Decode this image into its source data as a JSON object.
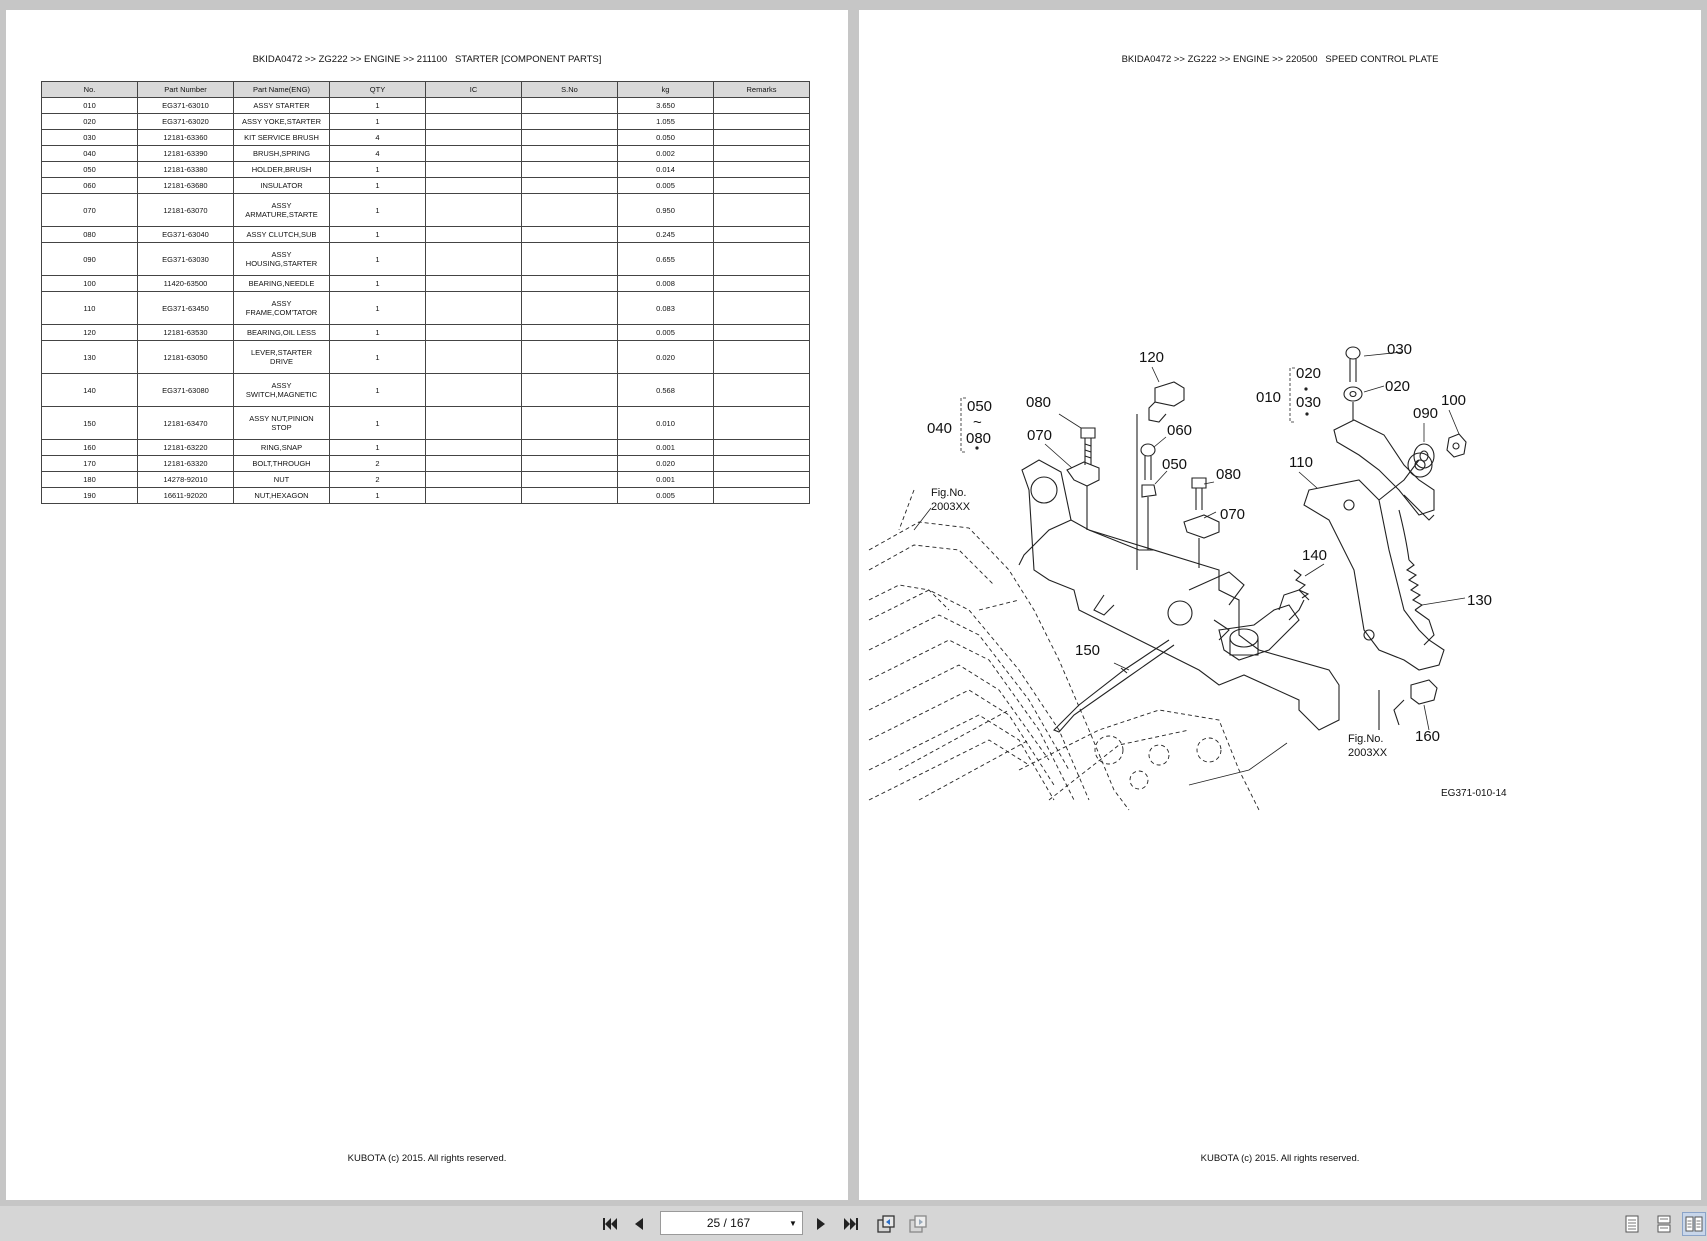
{
  "left_page": {
    "header": "BKIDA0472 >> ZG222 >> ENGINE >> 211100   STARTER [COMPONENT PARTS]",
    "footer": "KUBOTA (c) 2015. All rights reserved.",
    "table": {
      "columns": [
        "No.",
        "Part Number",
        "Part Name(ENG)",
        "QTY",
        "IC",
        "S.No",
        "kg",
        "Remarks"
      ],
      "rows": [
        {
          "no": "010",
          "part_number": "EG371-63010",
          "name": "ASSY STARTER",
          "name2": "",
          "qty": "1",
          "ic": "",
          "sno": "",
          "kg": "3.650",
          "remarks": ""
        },
        {
          "no": "020",
          "part_number": "EG371-63020",
          "name": "ASSY YOKE,STARTER",
          "name2": "",
          "qty": "1",
          "ic": "",
          "sno": "",
          "kg": "1.055",
          "remarks": ""
        },
        {
          "no": "030",
          "part_number": "12181-63360",
          "name": "KIT SERVICE BRUSH",
          "name2": "",
          "qty": "4",
          "ic": "",
          "sno": "",
          "kg": "0.050",
          "remarks": ""
        },
        {
          "no": "040",
          "part_number": "12181-63390",
          "name": "BRUSH,SPRING",
          "name2": "",
          "qty": "4",
          "ic": "",
          "sno": "",
          "kg": "0.002",
          "remarks": ""
        },
        {
          "no": "050",
          "part_number": "12181-63380",
          "name": "HOLDER,BRUSH",
          "name2": "",
          "qty": "1",
          "ic": "",
          "sno": "",
          "kg": "0.014",
          "remarks": ""
        },
        {
          "no": "060",
          "part_number": "12181-63680",
          "name": "INSULATOR",
          "name2": "",
          "qty": "1",
          "ic": "",
          "sno": "",
          "kg": "0.005",
          "remarks": ""
        },
        {
          "no": "070",
          "part_number": "12181-63070",
          "name": "ASSY",
          "name2": "ARMATURE,STARTE",
          "qty": "1",
          "ic": "",
          "sno": "",
          "kg": "0.950",
          "remarks": ""
        },
        {
          "no": "080",
          "part_number": "EG371-63040",
          "name": "ASSY CLUTCH,SUB",
          "name2": "",
          "qty": "1",
          "ic": "",
          "sno": "",
          "kg": "0.245",
          "remarks": ""
        },
        {
          "no": "090",
          "part_number": "EG371-63030",
          "name": "ASSY",
          "name2": "HOUSING,STARTER",
          "qty": "1",
          "ic": "",
          "sno": "",
          "kg": "0.655",
          "remarks": ""
        },
        {
          "no": "100",
          "part_number": "11420-63500",
          "name": "BEARING,NEEDLE",
          "name2": "",
          "qty": "1",
          "ic": "",
          "sno": "",
          "kg": "0.008",
          "remarks": ""
        },
        {
          "no": "110",
          "part_number": "EG371-63450",
          "name": "ASSY",
          "name2": "FRAME,COM'TATOR",
          "qty": "1",
          "ic": "",
          "sno": "",
          "kg": "0.083",
          "remarks": ""
        },
        {
          "no": "120",
          "part_number": "12181-63530",
          "name": "BEARING,OIL LESS",
          "name2": "",
          "qty": "1",
          "ic": "",
          "sno": "",
          "kg": "0.005",
          "remarks": ""
        },
        {
          "no": "130",
          "part_number": "12181-63050",
          "name": "LEVER,STARTER",
          "name2": "DRIVE",
          "qty": "1",
          "ic": "",
          "sno": "",
          "kg": "0.020",
          "remarks": ""
        },
        {
          "no": "140",
          "part_number": "EG371-63080",
          "name": "ASSY",
          "name2": "SWITCH,MAGNETIC",
          "qty": "1",
          "ic": "",
          "sno": "",
          "kg": "0.568",
          "remarks": ""
        },
        {
          "no": "150",
          "part_number": "12181-63470",
          "name": "ASSY NUT,PINION",
          "name2": "STOP",
          "qty": "1",
          "ic": "",
          "sno": "",
          "kg": "0.010",
          "remarks": ""
        },
        {
          "no": "160",
          "part_number": "12181-63220",
          "name": "RING,SNAP",
          "name2": "",
          "qty": "1",
          "ic": "",
          "sno": "",
          "kg": "0.001",
          "remarks": ""
        },
        {
          "no": "170",
          "part_number": "12181-63320",
          "name": "BOLT,THROUGH",
          "name2": "",
          "qty": "2",
          "ic": "",
          "sno": "",
          "kg": "0.020",
          "remarks": ""
        },
        {
          "no": "180",
          "part_number": "14278-92010",
          "name": "NUT",
          "name2": "",
          "qty": "2",
          "ic": "",
          "sno": "",
          "kg": "0.001",
          "remarks": ""
        },
        {
          "no": "190",
          "part_number": "16611-92020",
          "name": "NUT,HEXAGON",
          "name2": "",
          "qty": "1",
          "ic": "",
          "sno": "",
          "kg": "0.005",
          "remarks": ""
        }
      ]
    }
  },
  "right_page": {
    "header": "BKIDA0472 >> ZG222 >> ENGINE >> 220500   SPEED CONTROL PLATE",
    "footer": "KUBOTA (c) 2015. All rights reserved.",
    "diagram": {
      "callouts": {
        "c120": "120",
        "c030": "030",
        "c020a": "020",
        "c010": "010",
        "c030b": "030",
        "c020b": "020",
        "c100": "100",
        "c090": "090",
        "c050a": "050",
        "c040": "040",
        "tilde": "~",
        "c080a": "080",
        "c080b": "080",
        "c070a": "070",
        "c060": "060",
        "c050b": "050",
        "c080c": "080",
        "c110": "110",
        "c070b": "070",
        "c140": "140",
        "c130": "130",
        "c150": "150",
        "c160": "160"
      },
      "fig_left_line1": "Fig.No.",
      "fig_left_line2": "2003XX",
      "fig_right_line1": "Fig.No.",
      "fig_right_line2": "2003XX",
      "drawing_code": "EG371-010-14"
    }
  },
  "toolbar": {
    "page_indicator": "25 / 167",
    "icons": [
      "first-page-icon",
      "previous-page-icon",
      "next-page-icon",
      "last-page-icon",
      "history-back-icon",
      "history-forward-icon",
      "single-page-view-icon",
      "continuous-view-icon",
      "two-page-view-icon"
    ]
  }
}
